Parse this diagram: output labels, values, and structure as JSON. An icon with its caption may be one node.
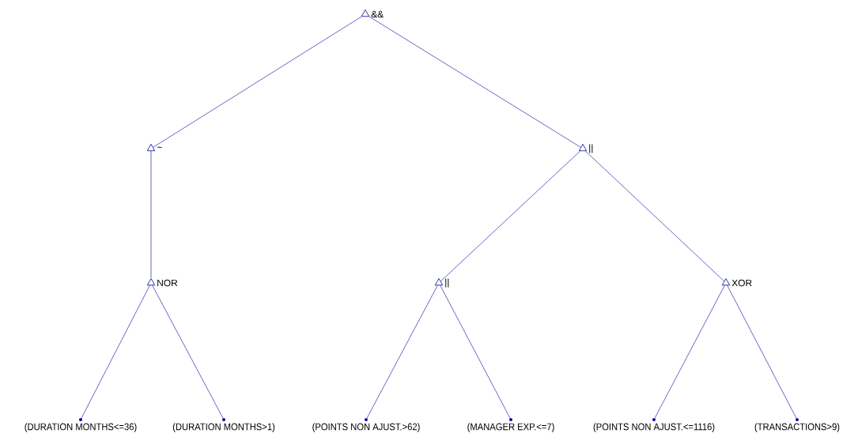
{
  "diagram": {
    "nodes": [
      {
        "text": [
          "&&"
        ]
      },
      {
        "text": [
          "~"
        ]
      },
      {
        "text": [
          "||"
        ]
      },
      {
        "text": [
          "NOR"
        ]
      },
      {
        "text": [
          "||"
        ]
      },
      {
        "text": [
          "XOR"
        ]
      },
      {
        "text": [
          "(DURATION MONTHS<=36)"
        ]
      },
      {
        "text": [
          "(DURATION MONTHS>1)"
        ]
      },
      {
        "text": [
          "(POINTS NON AJUST.>62)"
        ]
      },
      {
        "text": [
          "(MANAGER EXP.<=7)"
        ]
      },
      {
        "text": [
          "(POINTS NON AJUST.<=1116)"
        ]
      },
      {
        "text": [
          "(TRANSACTIONS>9)"
        ]
      }
    ],
    "edges": [
      {
        "from": 0,
        "to": 1,
        "arrow": "none"
      },
      {
        "from": 0,
        "to": 2,
        "arrow": "none"
      },
      {
        "from": 1,
        "to": 3,
        "arrow": "none"
      },
      {
        "from": 2,
        "to": 4,
        "arrow": "none"
      },
      {
        "from": 2,
        "to": 5,
        "arrow": "none"
      },
      {
        "from": 3,
        "to": 6,
        "arrow": "none"
      },
      {
        "from": 3,
        "to": 7,
        "arrow": "none"
      },
      {
        "from": 4,
        "to": 8,
        "arrow": "none"
      },
      {
        "from": 4,
        "to": 9,
        "arrow": "none"
      },
      {
        "from": 5,
        "to": 10,
        "arrow": "none"
      },
      {
        "from": 5,
        "to": 11,
        "arrow": "none"
      }
    ]
  }
}
